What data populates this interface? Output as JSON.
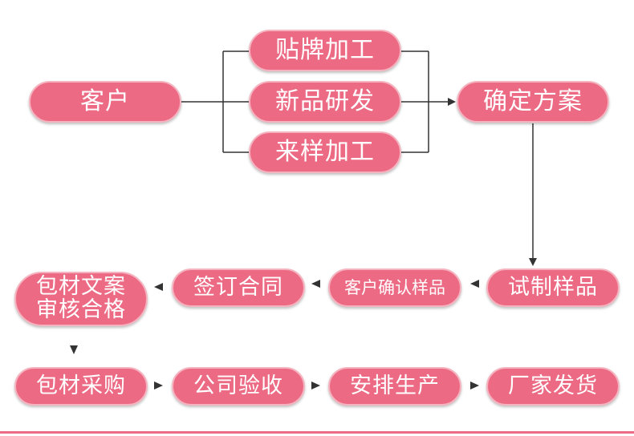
{
  "colors": {
    "node_fill": "#ec6a83",
    "node_border": "#f5b3c0",
    "connector": "#333333"
  },
  "nodes": {
    "customer": "客户",
    "oem_processing": "贴牌加工",
    "new_product_rd": "新品研发",
    "sample_processing": "来样加工",
    "confirm_plan": "确定方案",
    "trial_sample": "试制样品",
    "customer_confirm_sample": "客户确认样品",
    "sign_contract": "签订合同",
    "packaging_review_line1": "包材文案",
    "packaging_review_line2": "审核合格",
    "packaging_purchase": "包材采购",
    "company_inspection": "公司验收",
    "arrange_production": "安排生产",
    "factory_shipping": "厂家发货"
  }
}
